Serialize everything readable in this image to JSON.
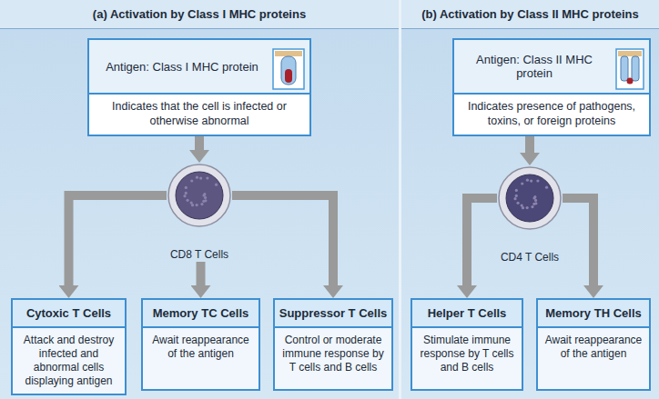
{
  "diagram": {
    "nodes": [
      {
        "text": [
          "(a) Activation by Class I MHC proteins"
        ]
      },
      {
        "text": [
          "Antigen: Class I MHC protein",
          "Indicates that the cell is infected or otherwise abnormal"
        ],
        "in": 0
      },
      {
        "text": [
          "CD8 T Cells"
        ],
        "in": 0
      },
      {
        "text": [
          "Cytoxic T Cells",
          "Attack and destroy infected and abnormal cells displaying antigen"
        ],
        "in": 0
      },
      {
        "text": [
          "Memory TC Cells",
          "Await reappearance of the antigen"
        ],
        "in": 0
      },
      {
        "text": [
          "Suppressor T Cells",
          "Control or moderate immune response by T cells and B cells"
        ],
        "in": 0
      },
      {
        "text": [
          "(b) Activation by Class II MHC proteins"
        ]
      },
      {
        "text": [
          "Antigen: Class II MHC protein",
          "Indicates presence of pathogens, toxins, or foreign proteins"
        ],
        "in": 6
      },
      {
        "text": [
          "CD4 T Cells"
        ],
        "in": 6
      },
      {
        "text": [
          "Helper T Cells",
          "Stimulate immune response by T cells and B cells"
        ],
        "in": 6
      },
      {
        "text": [
          "Memory TH Cells",
          "Await reappearance of the antigen"
        ],
        "in": 6
      }
    ],
    "edges": [
      {
        "from": 1,
        "to": 2,
        "arrow": "to"
      },
      {
        "from": 2,
        "to": 3,
        "arrow": "to"
      },
      {
        "from": 2,
        "to": 4,
        "arrow": "to"
      },
      {
        "from": 2,
        "to": 5,
        "arrow": "to"
      },
      {
        "from": 7,
        "to": 8,
        "arrow": "to"
      },
      {
        "from": 8,
        "to": 9,
        "arrow": "to"
      },
      {
        "from": 8,
        "to": 10,
        "arrow": "to"
      }
    ]
  }
}
